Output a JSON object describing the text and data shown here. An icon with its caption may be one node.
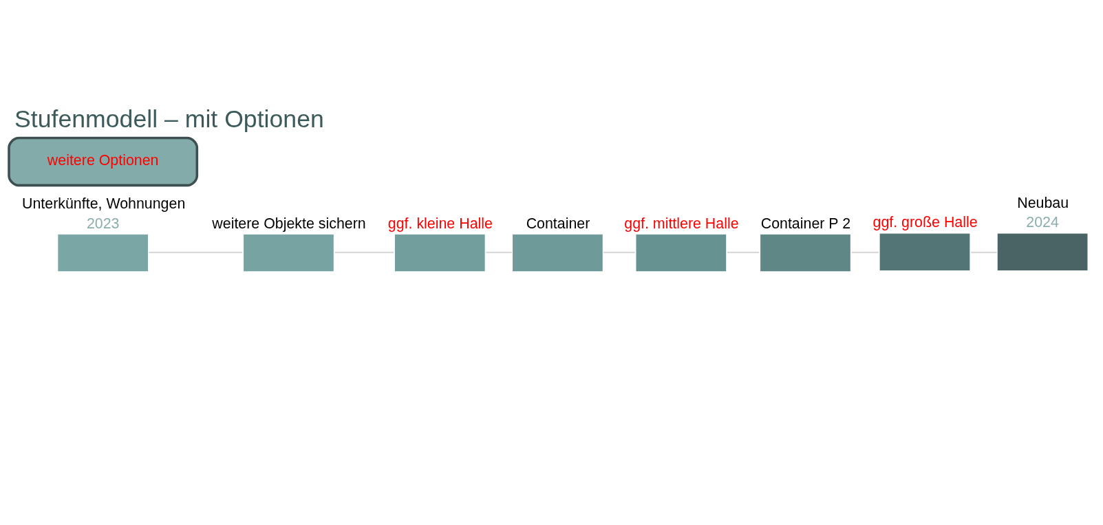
{
  "diagram": {
    "title": "Stufenmodell – mit Optionen",
    "nodes": [
      {
        "text": [
          "Unterkünfte, Wohnungen",
          "2023"
        ]
      },
      {
        "text": [
          "weitere Objekte sichern"
        ]
      },
      {
        "text": [
          "ggf. kleine Halle"
        ]
      },
      {
        "text": [
          "Container"
        ]
      },
      {
        "text": [
          "ggf. mittlere Halle"
        ]
      },
      {
        "text": [
          "Container P 2"
        ]
      },
      {
        "text": [
          "ggf. große Halle"
        ]
      },
      {
        "text": [
          "Neubau",
          "2024"
        ]
      },
      {
        "text": [
          "weitere Optionen"
        ]
      }
    ],
    "edges": [
      {
        "from": 0,
        "to": 1,
        "arrow": "none"
      },
      {
        "from": 1,
        "to": 2,
        "arrow": "none"
      },
      {
        "from": 2,
        "to": 3,
        "arrow": "none"
      },
      {
        "from": 3,
        "to": 4,
        "arrow": "none"
      },
      {
        "from": 4,
        "to": 5,
        "arrow": "none"
      },
      {
        "from": 5,
        "to": 6,
        "arrow": "none"
      },
      {
        "from": 6,
        "to": 7,
        "arrow": "none"
      }
    ]
  }
}
